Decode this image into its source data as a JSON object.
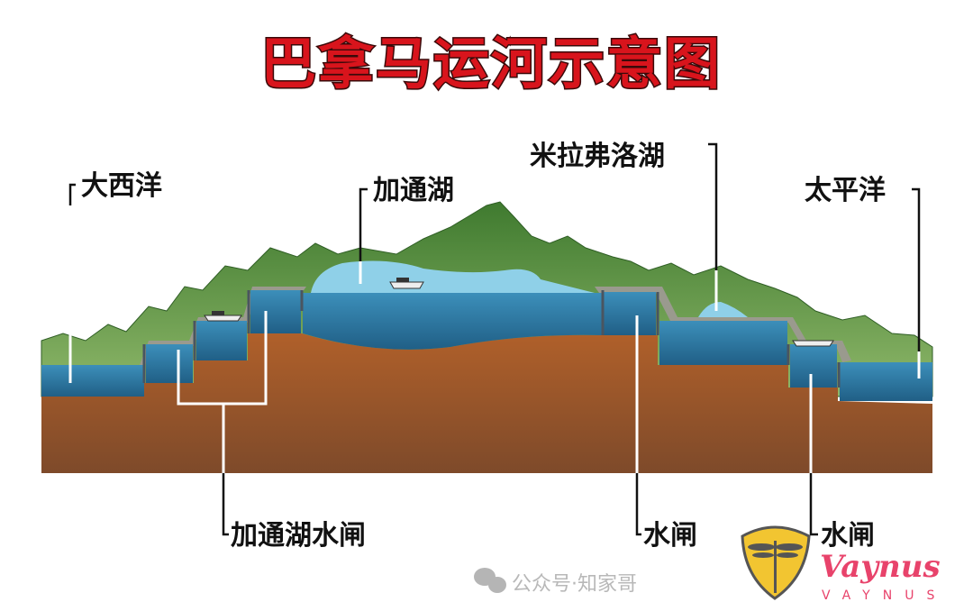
{
  "title": "巴拿马运河示意图",
  "labels": {
    "atlantic": "大西洋",
    "gatun_lake": "加通湖",
    "miraflores_lake": "米拉弗洛湖",
    "pacific": "太平洋",
    "gatun_locks": "加通湖水闸",
    "lock_middle": "水闸",
    "lock_right": "水闸"
  },
  "watermark": {
    "account": "公众号·知家哥",
    "brand_script": "Vaynus",
    "brand_caps": "VAYNUS"
  },
  "colors": {
    "title": "#d8141c",
    "water": "#2f7fa8",
    "lake_surface": "#8fd0e8",
    "earth": "#9c5a2c",
    "mountain": "#4f8a3a",
    "brand": "#e8436b",
    "shield": "#f2c531"
  }
}
